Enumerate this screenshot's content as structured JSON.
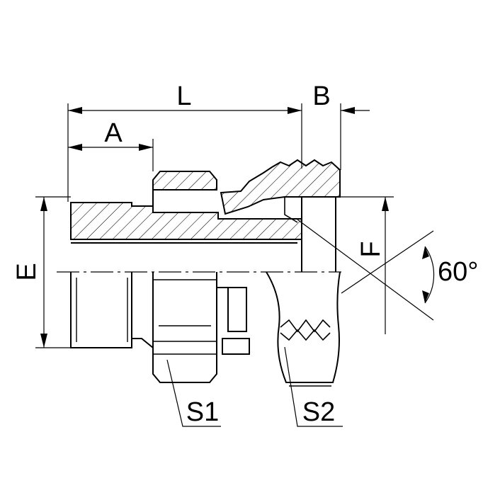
{
  "drawing": {
    "dimension_labels": {
      "L": "L",
      "A": "A",
      "B": "B",
      "E": "E",
      "F": "F",
      "angle": "60°"
    },
    "part_labels": {
      "S1": "S1",
      "S2": "S2"
    },
    "colors": {
      "line": "#000000",
      "background": "#ffffff"
    }
  }
}
